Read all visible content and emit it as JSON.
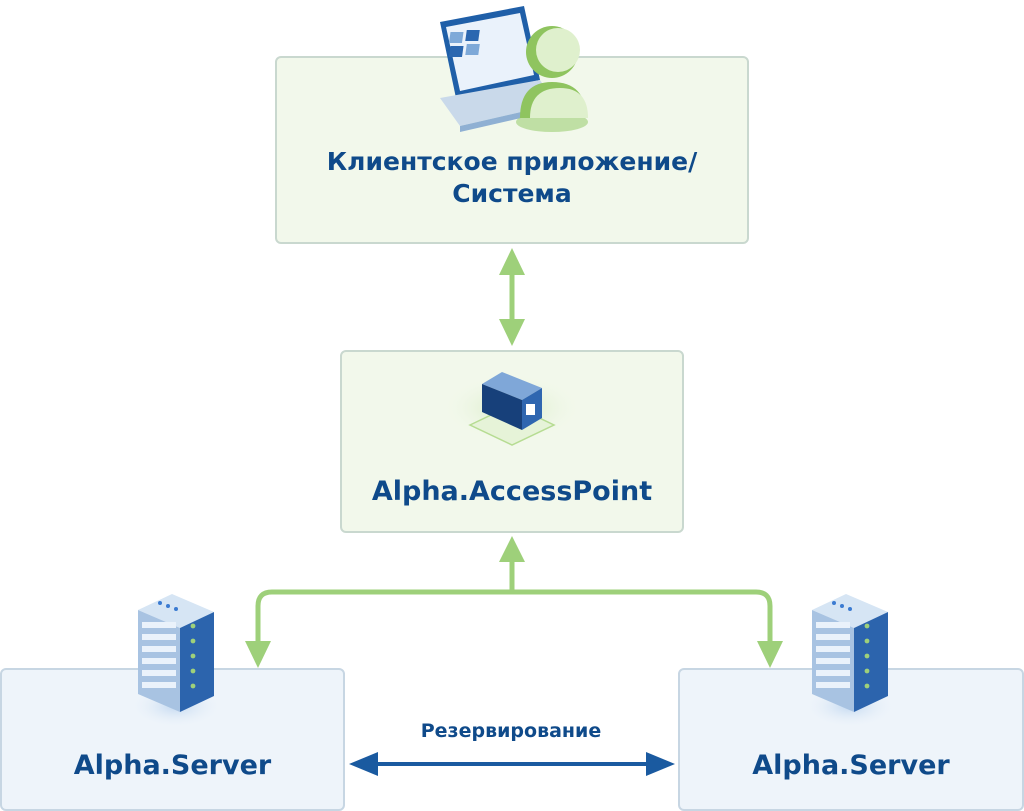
{
  "nodes": {
    "client": {
      "line1": "Клиентское приложение/",
      "line2": "Система"
    },
    "access_point": {
      "label": "Alpha.AccessPoint"
    },
    "server_left": {
      "label": "Alpha.Server"
    },
    "server_right": {
      "label": "Alpha.Server"
    }
  },
  "edges": {
    "reservation": {
      "label": "Резервирование"
    }
  },
  "colors": {
    "text": "#0f4a8a",
    "green_arrow": "#9ed07a",
    "blue_arrow": "#1a5aa0",
    "box_green_bg": "#f2f8eb",
    "box_blue_bg": "#eef4fa"
  },
  "icons": {
    "client": [
      "laptop-icon",
      "user-icon"
    ],
    "access_point": "cube-icon",
    "servers": "server-rack-icon"
  }
}
